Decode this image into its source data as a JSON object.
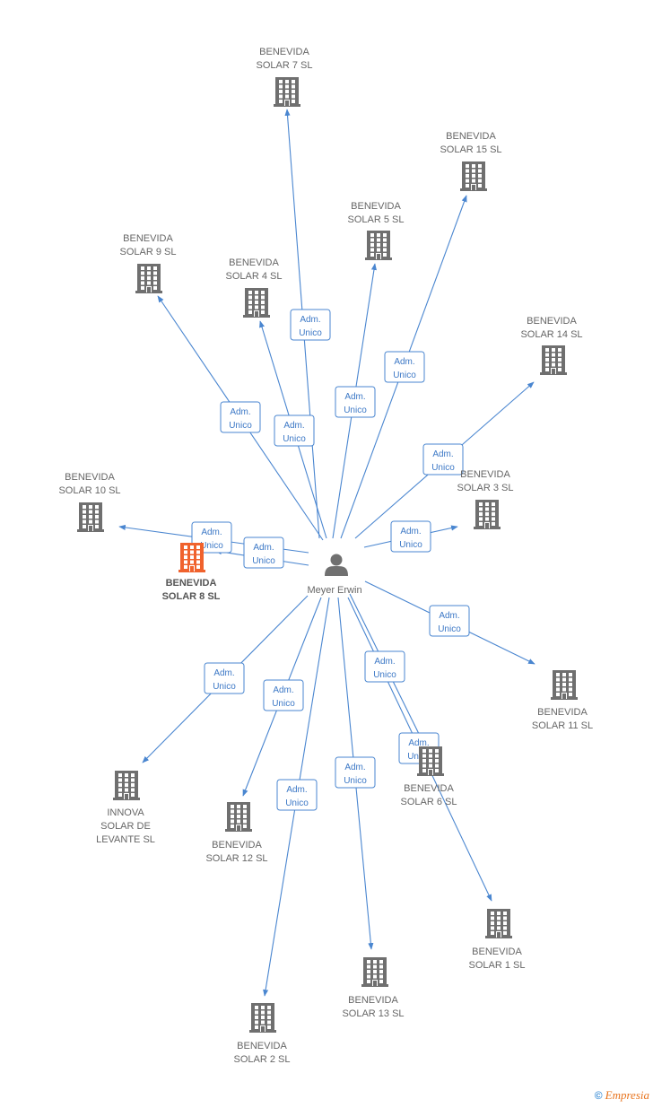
{
  "colors": {
    "edge": "#4a86d0",
    "building": "#6f6f6f",
    "building_focus": "#f0622d",
    "person": "#707070"
  },
  "person": {
    "label": "Meyer Erwin",
    "icon": "person-icon"
  },
  "edge_label": [
    "Adm.",
    "Unico"
  ],
  "companies": [
    {
      "id": "solar7",
      "lines": [
        "BENEVIDA",
        "SOLAR 7 SL"
      ]
    },
    {
      "id": "solar15",
      "lines": [
        "BENEVIDA",
        "SOLAR 15 SL"
      ]
    },
    {
      "id": "solar5",
      "lines": [
        "BENEVIDA",
        "SOLAR 5 SL"
      ]
    },
    {
      "id": "solar9",
      "lines": [
        "BENEVIDA",
        "SOLAR 9 SL"
      ]
    },
    {
      "id": "solar4",
      "lines": [
        "BENEVIDA",
        "SOLAR 4 SL"
      ]
    },
    {
      "id": "solar14",
      "lines": [
        "BENEVIDA",
        "SOLAR 14 SL"
      ]
    },
    {
      "id": "solar10",
      "lines": [
        "BENEVIDA",
        "SOLAR 10 SL"
      ]
    },
    {
      "id": "solar3",
      "lines": [
        "BENEVIDA",
        "SOLAR 3 SL"
      ]
    },
    {
      "id": "solar8",
      "lines": [
        "BENEVIDA",
        "SOLAR 8 SL"
      ],
      "focus": true
    },
    {
      "id": "solar11",
      "lines": [
        "BENEVIDA",
        "SOLAR 11 SL"
      ]
    },
    {
      "id": "solar6",
      "lines": [
        "BENEVIDA",
        "SOLAR 6 SL"
      ]
    },
    {
      "id": "innova",
      "lines": [
        "INNOVA",
        "SOLAR DE",
        "LEVANTE SL"
      ]
    },
    {
      "id": "solar12",
      "lines": [
        "BENEVIDA",
        "SOLAR 12 SL"
      ]
    },
    {
      "id": "solar1",
      "lines": [
        "BENEVIDA",
        "SOLAR 1 SL"
      ]
    },
    {
      "id": "solar13",
      "lines": [
        "BENEVIDA",
        "SOLAR 13 SL"
      ]
    },
    {
      "id": "solar2",
      "lines": [
        "BENEVIDA",
        "SOLAR 2 SL"
      ]
    }
  ],
  "footer": {
    "copyright": "©",
    "brand": "Empresia"
  }
}
